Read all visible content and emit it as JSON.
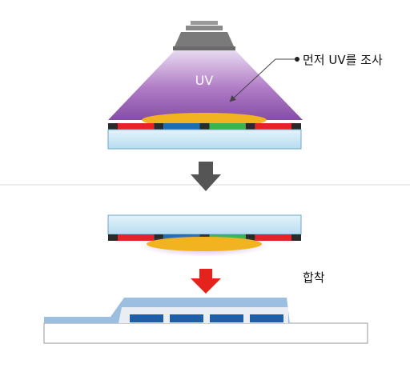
{
  "labels": {
    "uv": "UV",
    "uv_callout": "먼저 UV를 조사",
    "bonding": "합착"
  },
  "colors": {
    "uv_light_top": "#e6d6ef",
    "uv_light_mid": "#a86fc0",
    "uv_light_bottom": "#7b3f9e",
    "resin": "#f2b320",
    "glass_top": "#e4f3fb",
    "glass_bottom": "#b8dcef",
    "glass_edge": "#6fa8c9",
    "pixel_red": "#e52228",
    "pixel_green": "#3bb54a",
    "pixel_blue": "#1f6bb5",
    "pixel_black": "#2a2a2a",
    "arrow_gray": "#555555",
    "arrow_red": "#e3231c",
    "panel_cover": "#9cbfe0",
    "panel_cell": "#1f5fa8",
    "base_edge": "#999999",
    "divider": "#d8d8d8"
  },
  "pixel_strip_sequence": [
    "black",
    "red",
    "black",
    "blue",
    "black",
    "green",
    "black",
    "red",
    "black"
  ],
  "panel_cell_count": 4
}
